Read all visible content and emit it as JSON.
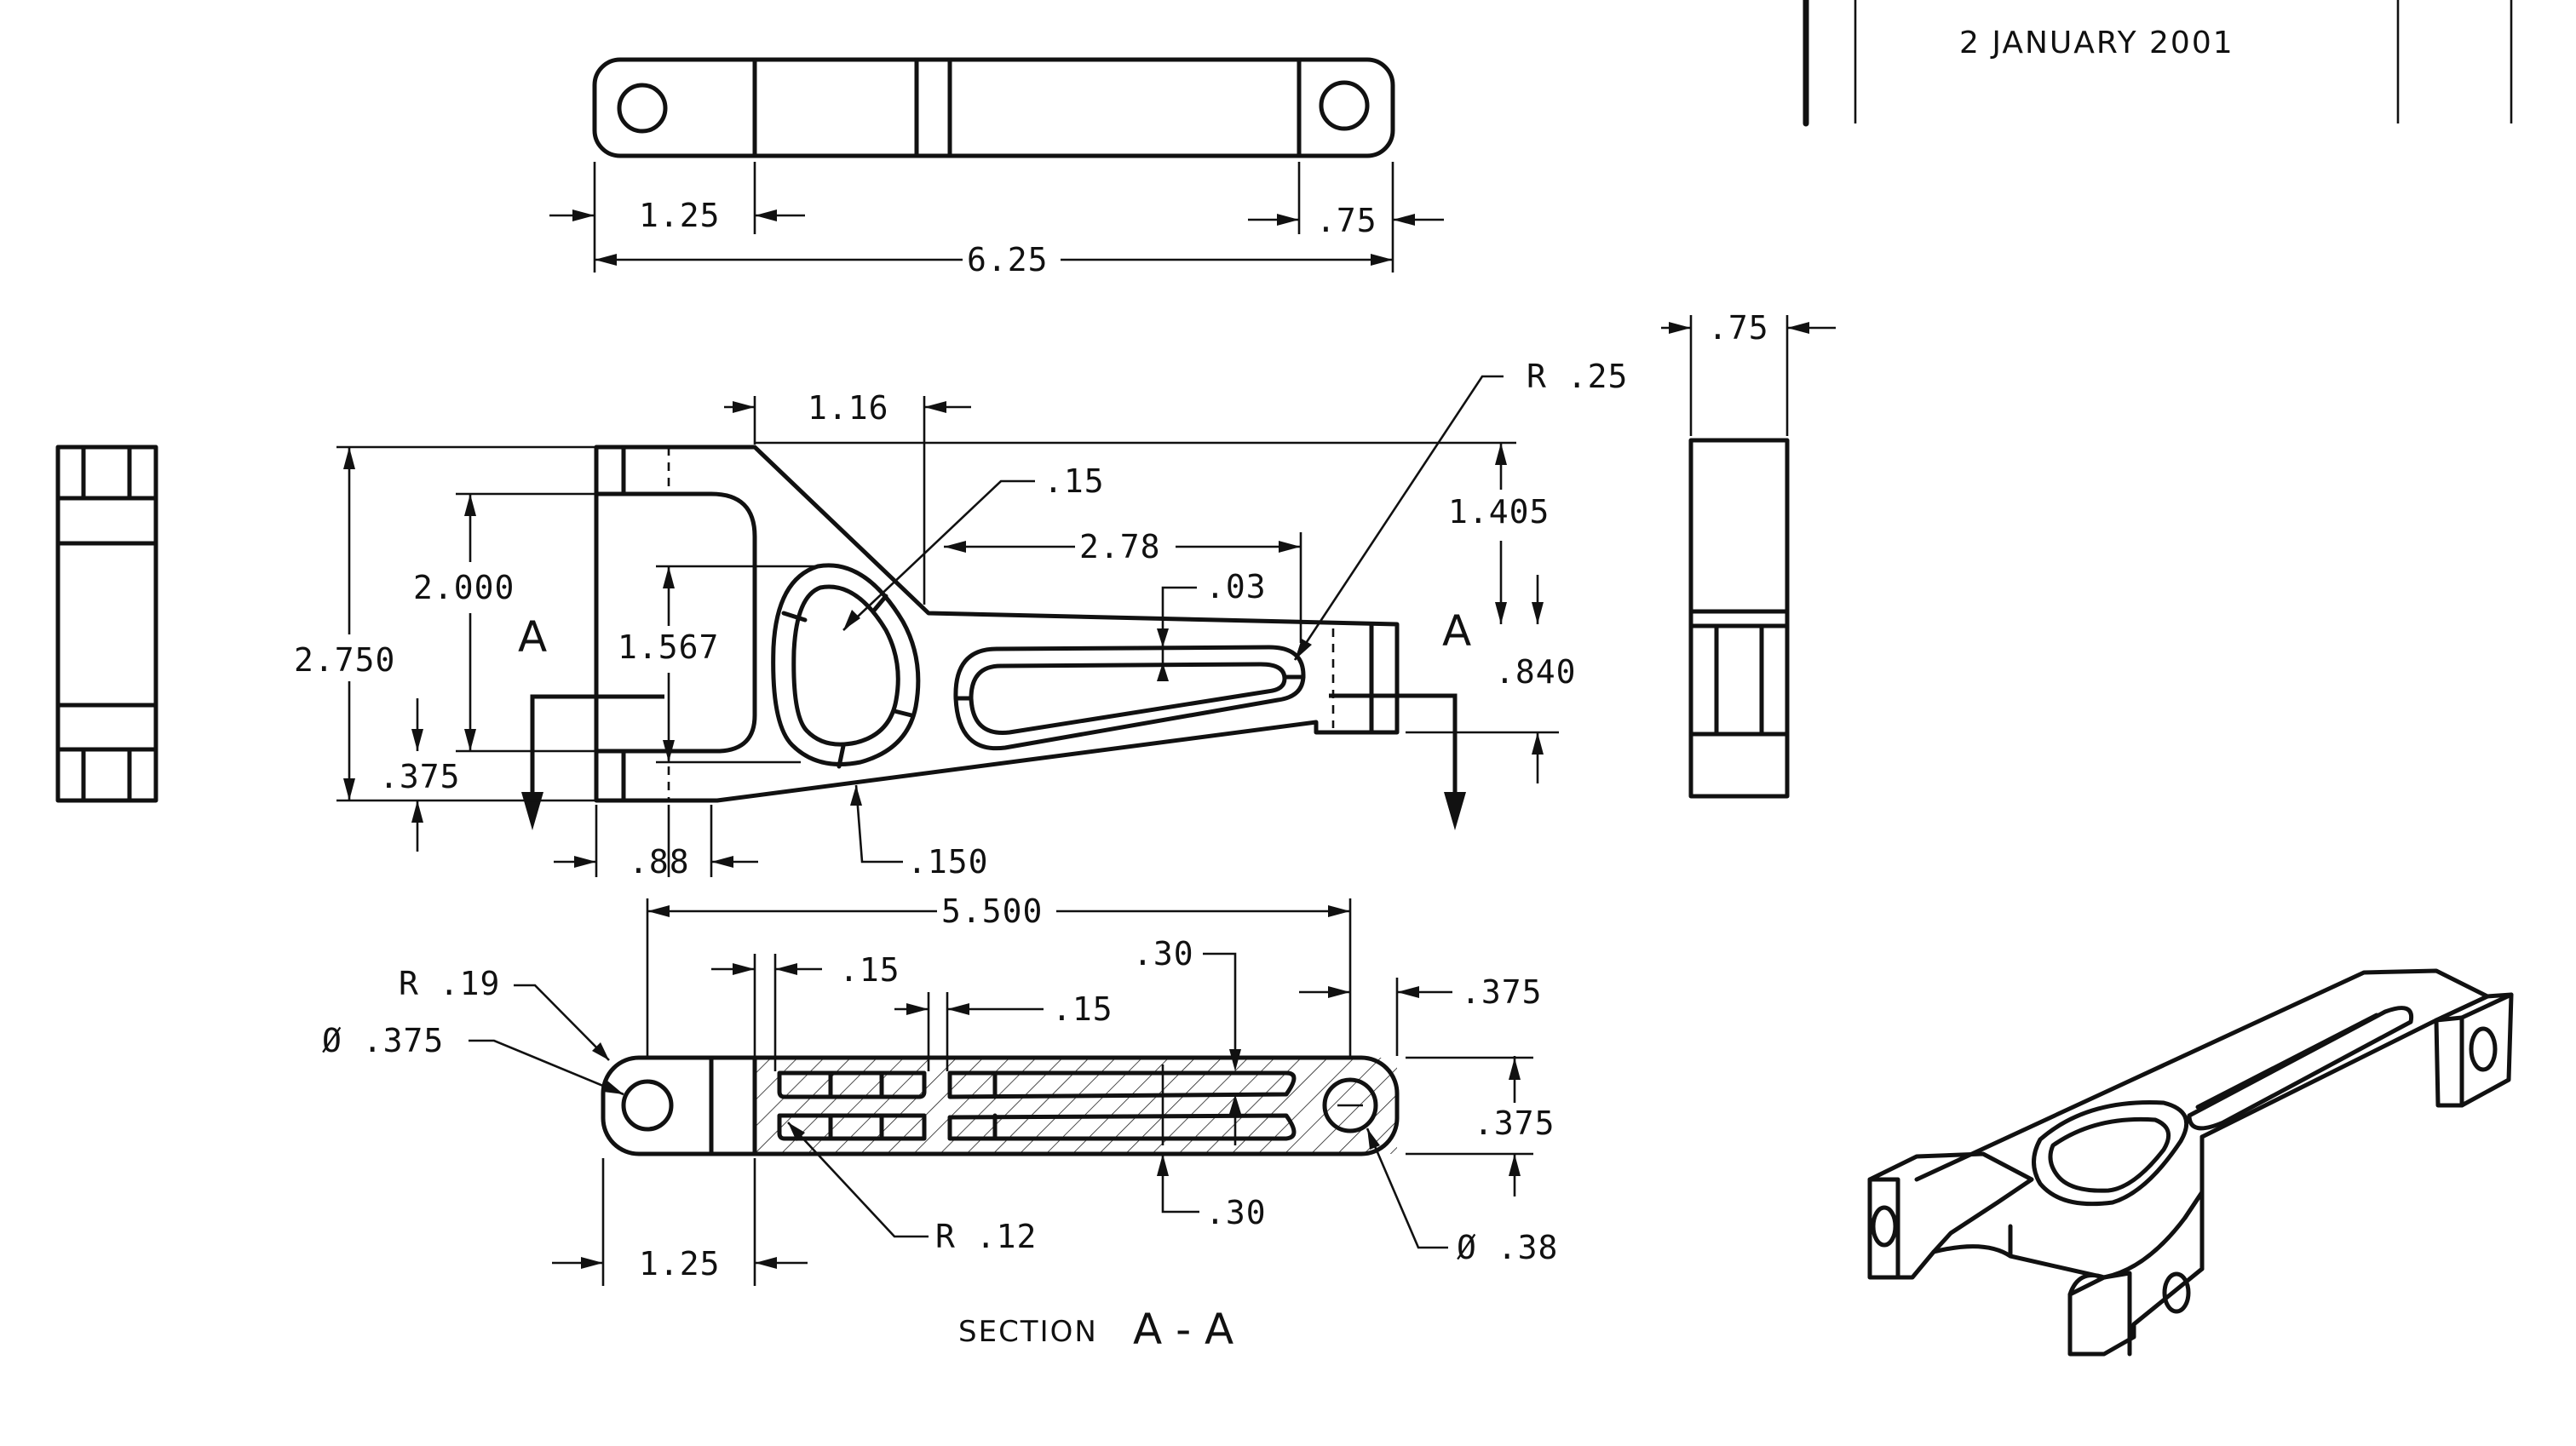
{
  "title_block": {
    "date": "2 JANUARY 2001"
  },
  "top_view": {
    "dims": [
      "1.25",
      ".75",
      "6.25"
    ]
  },
  "front_view": {
    "dims": [
      "1.16",
      "R .25",
      ".15",
      "2.78",
      ".03",
      "1.405",
      "2.000",
      "2.750",
      "1.567",
      ".840",
      ".375",
      ".88",
      ".150"
    ],
    "section_letter_left": "A",
    "section_letter_right": "A"
  },
  "side_view": {
    "dims": [
      ".75"
    ]
  },
  "section_view": {
    "dims": [
      "5.500",
      ".15",
      ".30",
      ".15",
      ".375",
      "R .19",
      "Ø .375",
      ".375",
      "R .12",
      ".30",
      "Ø .38",
      "1.25"
    ],
    "label_small": "SECTION",
    "label_letters": "A - A"
  }
}
